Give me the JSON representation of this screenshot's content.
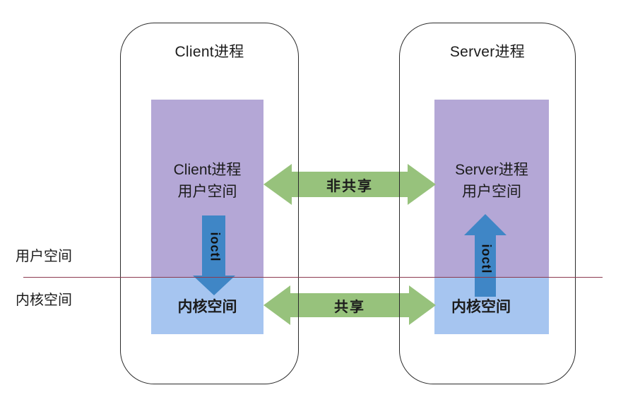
{
  "diagram": {
    "side_labels": {
      "user_space": "用户空间",
      "kernel_space": "内核空间"
    },
    "client": {
      "title": "Client进程",
      "user_space": {
        "line1": "Client进程",
        "line2": "用户空间"
      },
      "kernel_space": "内核空间",
      "ioctl": "ioctl"
    },
    "server": {
      "title": "Server进程",
      "user_space": {
        "line1": "Server进程",
        "line2": "用户空间"
      },
      "kernel_space": "内核空间",
      "ioctl": "ioctl"
    },
    "arrows": {
      "user_space_link": "非共享",
      "kernel_space_link": "共享"
    },
    "colors": {
      "user_space_fill": "#b4a7d6",
      "kernel_space_fill": "#a6c5f0",
      "shared_arrow": "#97c27c",
      "ioctl_arrow": "#3f86c6",
      "boundary_line": "#8c3a50",
      "outline": "#2b2b2b",
      "text": "#1c1c1c"
    }
  }
}
